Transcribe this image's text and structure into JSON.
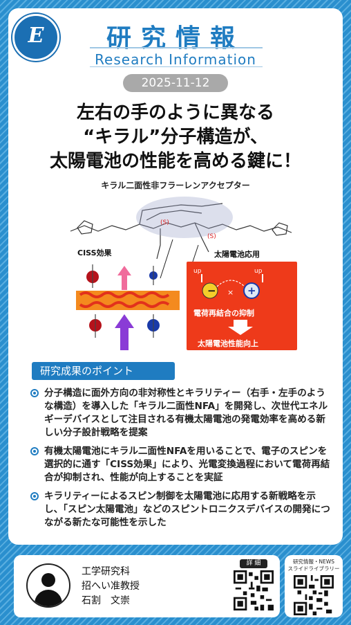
{
  "header": {
    "logo_text": "E",
    "title_jp": "研究情報",
    "title_en": "Research Information",
    "date": "2025-11-12"
  },
  "headline": {
    "line1": "左右の手のように異なる",
    "line2": "“キラル”分子構造が、",
    "line3": "太陽電池の性能を高める鍵に！"
  },
  "figure": {
    "title": "キラル二面性非フラーレンアクセプター",
    "ciss_label": "CISS効果",
    "solar_label": "太陽電池応用",
    "up_left": "up",
    "up_right": "up",
    "minus": "−",
    "cross": "×",
    "plus": "+",
    "suppress_label": "電荷再結合の抑制",
    "improve_label": "太陽電池性能向上",
    "s_label_left": "(S)",
    "s_label_right": "(S)",
    "colors": {
      "red_panel": "#ee3a1a",
      "orange_slab": "#f48a1e",
      "pink_arrow": "#f06c9c",
      "purple_arrow": "#8a3bd6"
    }
  },
  "section": {
    "label": "研究成果のポイント"
  },
  "points": [
    "分子構造に面外方向の非対称性とキラリティー（右手・左手のような構造）を導入した「キラル二面性NFA」を開発し、次世代エネルギーデバイスとして注目される有機太陽電池の発電効率を高める新しい分子設計戦略を提案",
    "有機太陽電池にキラル二面性NFAを用いることで、電子のスピンを選択的に通す「CISS効果」により、光電変換過程において電荷再結合が抑制され、性能が向上することを実証",
    "キラリティーによるスピン制御を太陽電池に応用する新戦略を示し、「スピン太陽電池」などのスピントロニクスデバイスの開発につながる新たな可能性を示した"
  ],
  "footer": {
    "affiliation": "工学研究科",
    "position": "招へい准教授",
    "name": "石割　文崇",
    "qr1_label": "詳 細",
    "qr2_label_line1": "研究情報・NEWS",
    "qr2_label_line2": "スライドライブラリー"
  }
}
